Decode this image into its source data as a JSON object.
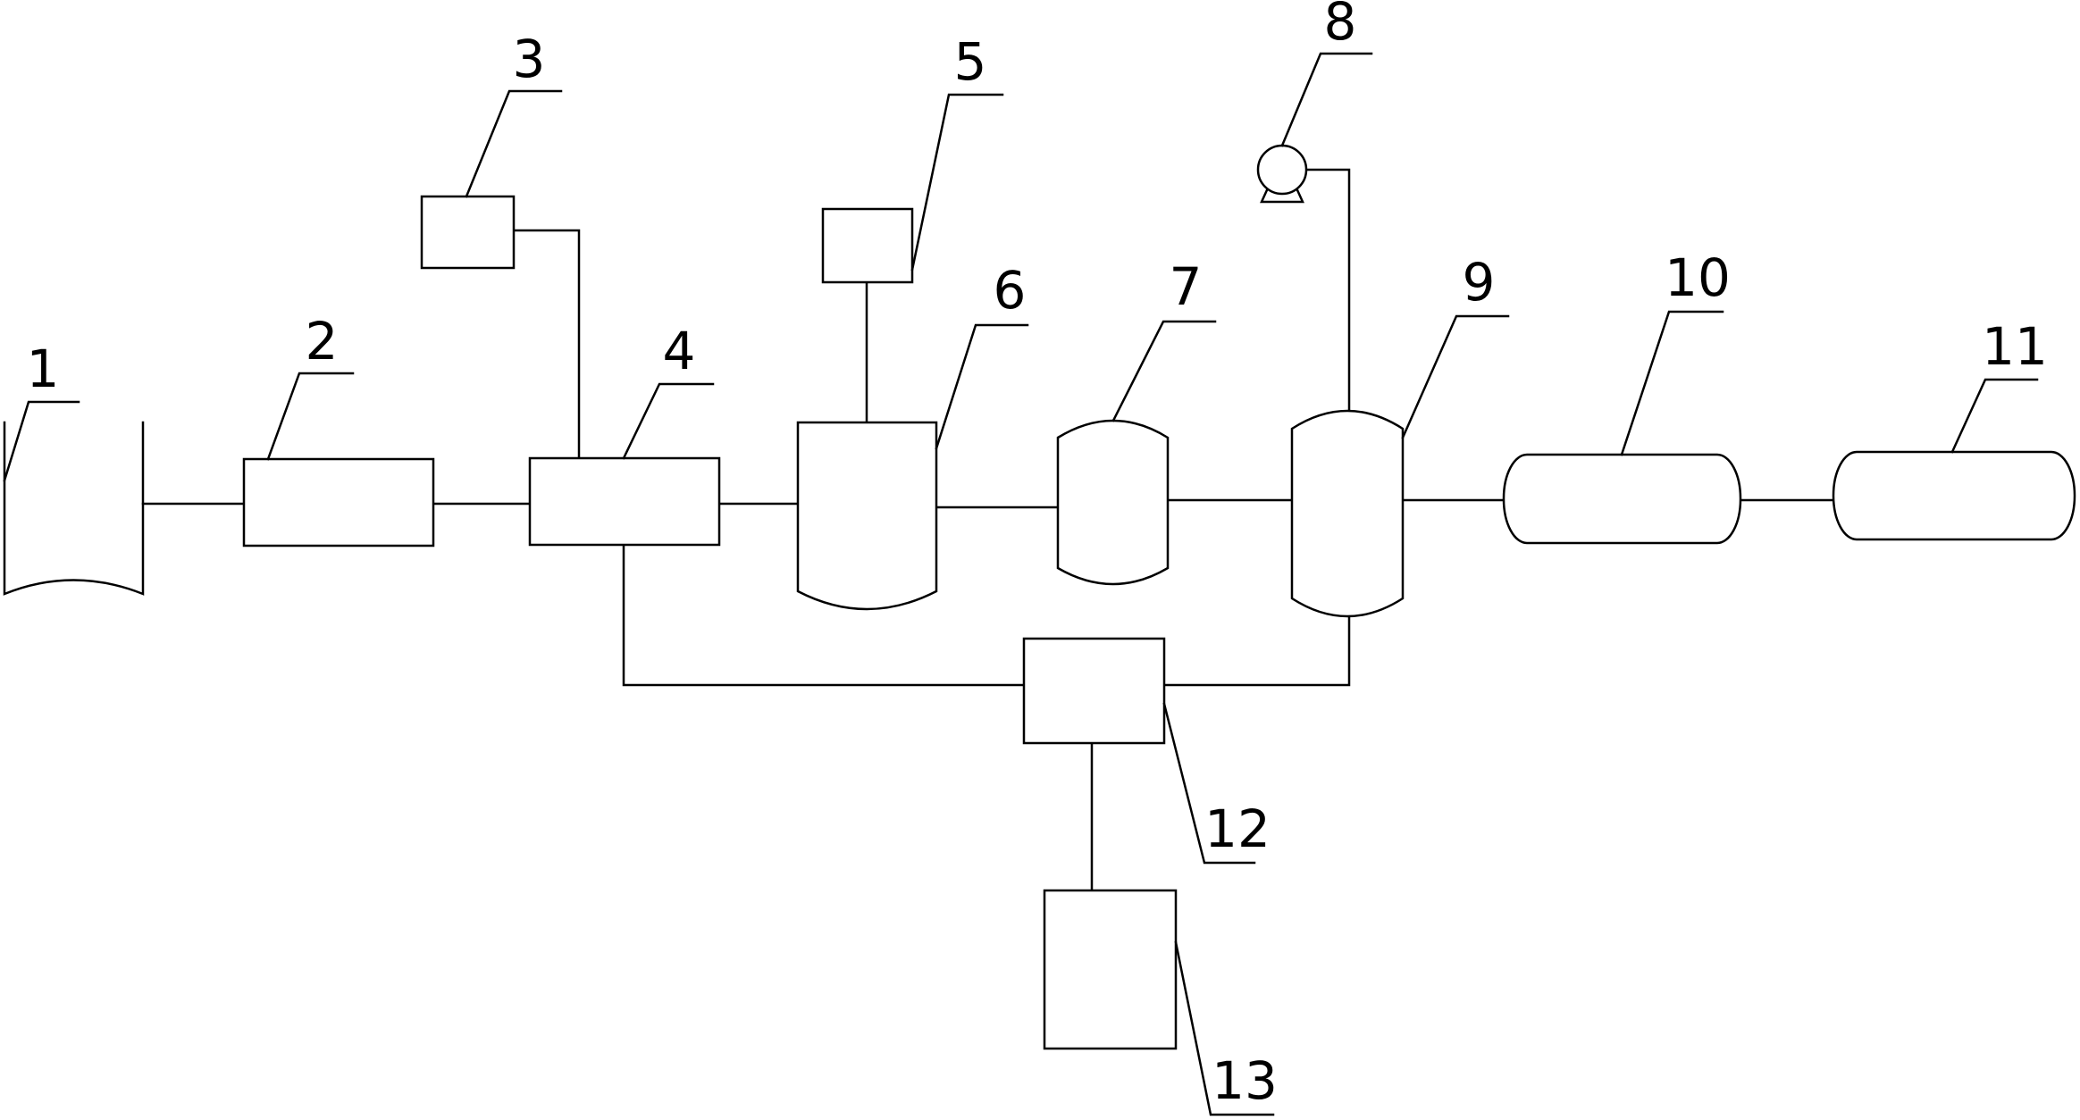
{
  "diagram": {
    "components": [
      {
        "id": "1",
        "label": "1"
      },
      {
        "id": "2",
        "label": "2"
      },
      {
        "id": "3",
        "label": "3"
      },
      {
        "id": "4",
        "label": "4"
      },
      {
        "id": "5",
        "label": "5"
      },
      {
        "id": "6",
        "label": "6"
      },
      {
        "id": "7",
        "label": "7"
      },
      {
        "id": "8",
        "label": "8"
      },
      {
        "id": "9",
        "label": "9"
      },
      {
        "id": "10",
        "label": "10"
      },
      {
        "id": "11",
        "label": "11"
      },
      {
        "id": "12",
        "label": "12"
      },
      {
        "id": "13",
        "label": "13"
      }
    ]
  }
}
